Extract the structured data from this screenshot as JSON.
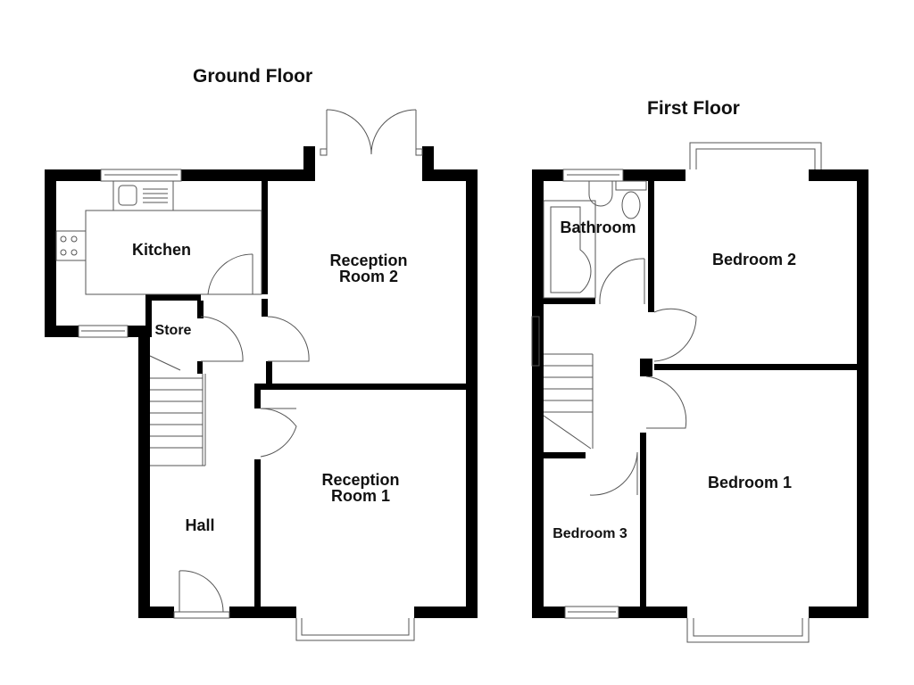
{
  "ground_floor": {
    "title": "Ground Floor",
    "rooms": [
      {
        "name": "Kitchen"
      },
      {
        "name": "Reception\nRoom 2"
      },
      {
        "name": "Store"
      },
      {
        "name": "Reception\nRoom 1"
      },
      {
        "name": "Hall"
      }
    ]
  },
  "first_floor": {
    "title": "First Floor",
    "rooms": [
      {
        "name": "Bathroom"
      },
      {
        "name": "Bedroom 2"
      },
      {
        "name": "Bedroom 1"
      },
      {
        "name": "Bedroom 3"
      }
    ]
  },
  "colors": {
    "wall": "#000000",
    "line": "#555555",
    "background": "#ffffff"
  }
}
